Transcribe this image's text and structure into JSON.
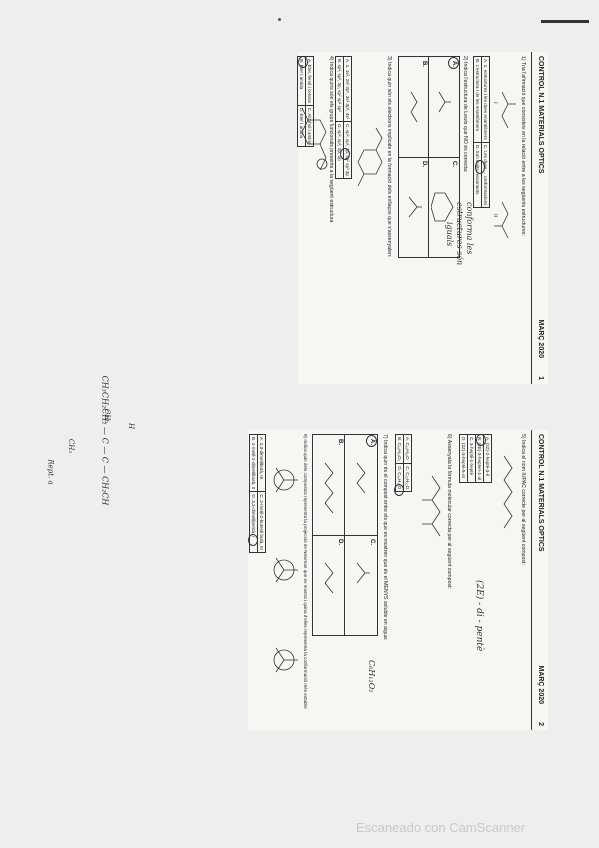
{
  "page1": {
    "header": {
      "title": "CONTROL N.1  MATERIALS OPTICS",
      "date": "MARÇ 2020",
      "page": "1"
    },
    "q1": {
      "text": "1)  Tria l'afirmació que consisteix en la relació entre a les següents estructures:",
      "options": [
        [
          "A. 1. estructures i les dues enantiòmers",
          "C. Les dues ... conformacions"
        ],
        [
          "B. L'estructura I de les enantiòmers",
          "D. Son límits ressonants"
        ]
      ]
    },
    "q2": {
      "text": "2)  Indica l'estructura de Lewis que NO és correcta:",
      "labels": [
        "A.",
        "B.",
        "C.",
        "D."
      ]
    },
    "q3": {
      "text": "3)  Indica quin són els electrons implicats en la formació dels enllaços que s'assenyalen:",
      "options": [
        [
          "A. 1. 1s², 2s² 2p⁶, 3s² 3p³, 4s²",
          "C. sp², sp², 2p, sp² sp³ 3p"
        ],
        [
          "B. sp², sp², 2p, sp² sp² sp²",
          "D. sp², sp³, 2p, 2p"
        ]
      ]
    },
    "q4": {
      "text": "4)  Indica quins són els grups funcionals presents a la següent estructura",
      "options": [
        [
          "A. Èter, fenol i cetona",
          "C. Alcohol i amina"
        ],
        [
          "B. Èter i amida",
          "D. Èter i amina"
        ]
      ]
    },
    "handwriting": [
      "conforma les",
      "estructures són",
      "iguals"
    ],
    "handwriting_formula": [
      "CH₃CH₂CH₂ — C — C — CH₂CH",
      "CH₃",
      "H",
      "CH₃",
      "Rept. a"
    ]
  },
  "page2": {
    "header": {
      "title": "CONTROL N.1  MATERIALS OPTICS",
      "date": "MARÇ 2020",
      "page": "2"
    },
    "q5": {
      "text": "5)  Indica el nom IUPAC correcte per al següent compost:",
      "options": [
        "A. (2Z)-2-heptè-3-il",
        "B. (2E)-3-hepten-1-ol",
        "C. 3-heptil-1-heptè",
        "D. (3Z)-3-heptè-5-ol"
      ]
    },
    "q6": {
      "text": "6)  Assenyala la fórmula molecular correcta per al següent compost:",
      "options": [
        [
          "A. C₁₀H₁₀O",
          "C. C₁₀H₁₂O"
        ],
        [
          "B. C₁₀H₁₂O₂",
          "D. C₁₀H₁₄O"
        ]
      ]
    },
    "q7": {
      "text": "7)  Indica quin és el compost entre els que es mostren que és el MENYS soluble en aigua:",
      "labels": [
        "A.",
        "B.",
        "C.",
        "D."
      ]
    },
    "q8": {
      "text": "8)  Indica quin dels compostos representa la projecció de Newman que es mostra i quina d'elles representa la conformació més estable:",
      "options": [
        [
          "A. 2,3-dimetilbutà, III",
          "C. 2-metil-2-butenil butà, III"
        ],
        [
          "B. 2-metil-2-dimetilbutà, II",
          "D. 3,3-dimetilpentà, I"
        ]
      ]
    },
    "handwriting": [
      "(2E) - di - pentè",
      "C₆H₁₂O₂"
    ]
  },
  "watermark": "Escaneado con CamScanner"
}
